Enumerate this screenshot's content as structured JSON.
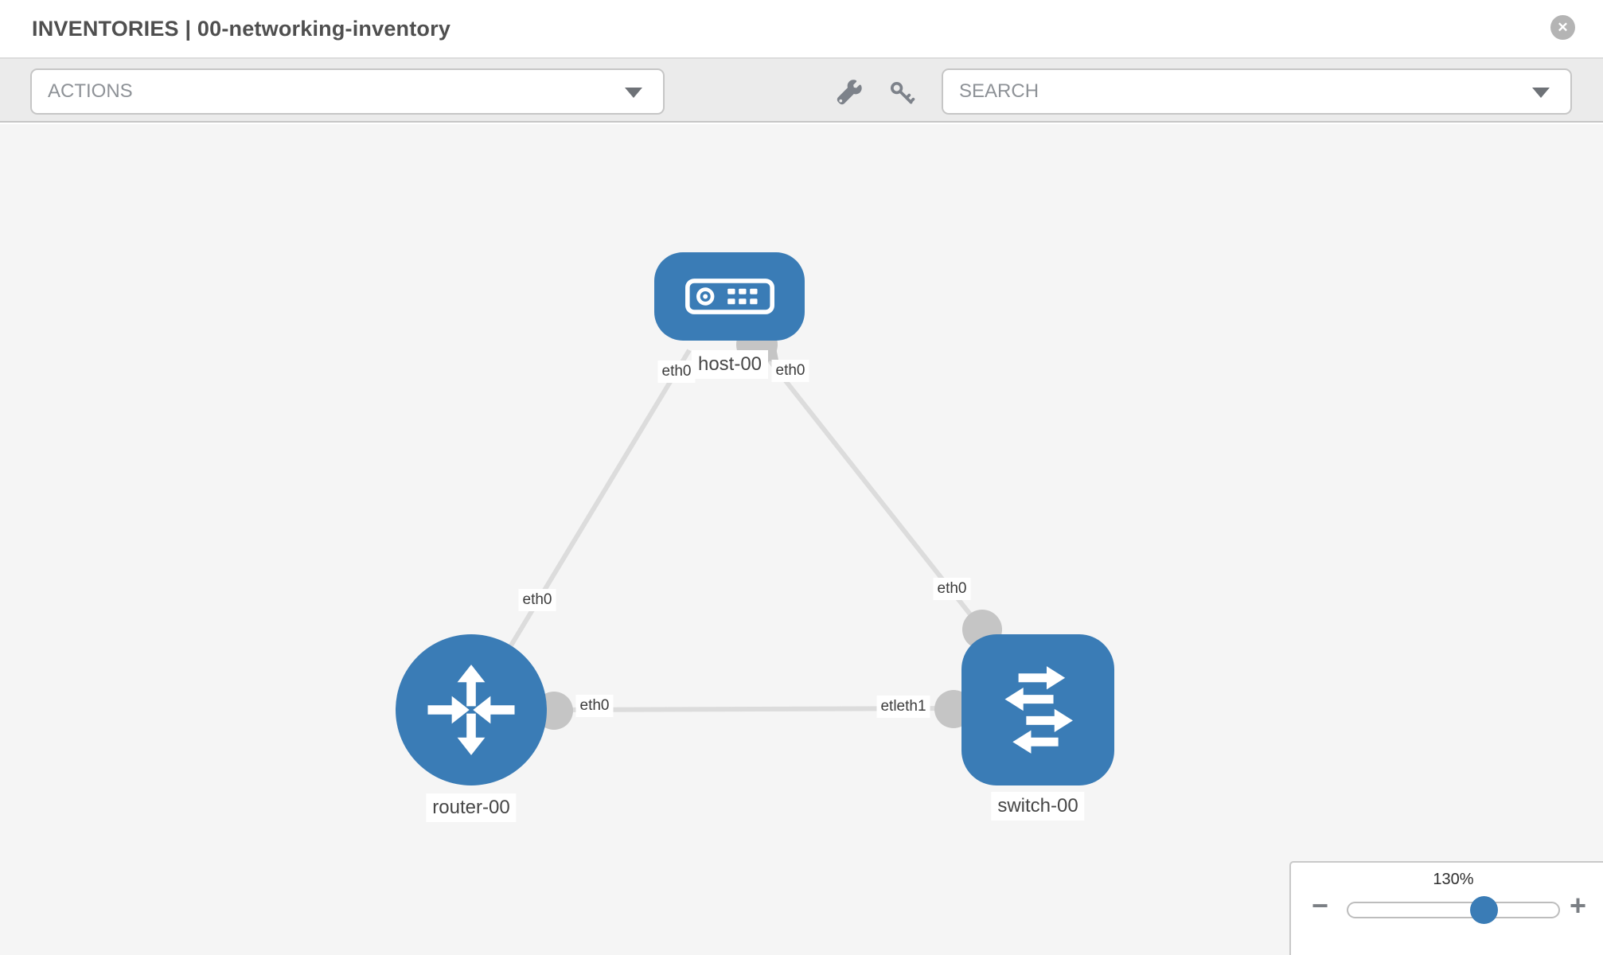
{
  "header": {
    "title": "INVENTORIES | 00-networking-inventory",
    "close_label": "✕"
  },
  "toolbar": {
    "actions_label": "ACTIONS",
    "search_placeholder": "SEARCH",
    "icons": [
      "wrench-icon",
      "key-icon"
    ]
  },
  "topology": {
    "nodes": [
      {
        "name": "host-00",
        "type": "host",
        "icon": "server-icon"
      },
      {
        "name": "router-00",
        "type": "router",
        "icon": "router-arrows-icon"
      },
      {
        "name": "switch-00",
        "type": "switch",
        "icon": "switch-arrows-icon"
      }
    ],
    "links": [
      {
        "from": "router-00",
        "to": "host-00"
      },
      {
        "from": "host-00",
        "to": "switch-00"
      },
      {
        "from": "router-00",
        "to": "switch-00"
      }
    ],
    "interface_labels": [
      {
        "text": "eth0"
      },
      {
        "text": "eth0"
      },
      {
        "text": "eth0"
      },
      {
        "text": "eth0"
      },
      {
        "text": "eth0"
      },
      {
        "text": "etleth1"
      }
    ]
  },
  "zoom_control": {
    "level": "130%",
    "minus_label": "−",
    "plus_label": "+"
  },
  "colors": {
    "node_blue": "#3a7cb6",
    "link_gray": "#dcdcdc",
    "endpoint_gray": "#c5c5c5",
    "toolbar_bg": "#ebebeb",
    "canvas_bg": "#f5f5f5"
  }
}
